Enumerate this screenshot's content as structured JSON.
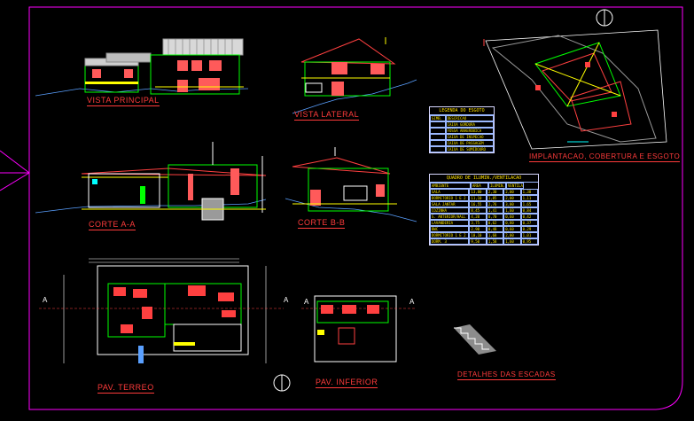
{
  "labels": {
    "vista_principal": "VISTA PRINCIPAL",
    "vista_lateral": "VISTA LATERAL",
    "corte_aa": "CORTE A-A",
    "corte_bb": "CORTE B-B",
    "implantacao": "IMPLANTACAO, COBERTURA E ESGOTO",
    "pav_terreo": "PAV. TERREO",
    "pav_inferior": "PAV. INFERIOR",
    "detalhes_escadas": "DETALHES DAS ESCADAS",
    "section_a_left": "A",
    "section_a_right": "A",
    "section_a2_left": "A",
    "section_a2_right": "A"
  },
  "legend_esgoto": {
    "title": "LEGENDA DO ESGOTO",
    "rows": [
      [
        "SIMB.",
        "DESCRICAO"
      ],
      [
        "",
        "CAIXA GORDURA"
      ],
      [
        "",
        "FOSSA ANAEROBICA"
      ],
      [
        "",
        "CAIXA DE INSPECAO"
      ],
      [
        "",
        "CAIXA DE PASSAGEM"
      ],
      [
        "",
        "CAIXA DE SUMIDOURO"
      ]
    ]
  },
  "quadro_ventilacao": {
    "title": "QUADRO DE ILUMIN./VENTILACAO",
    "rows": [
      [
        "AMBIENTE",
        "AREA",
        "ILUMIN.",
        "VENTILACAO"
      ],
      [
        "SALA",
        "13,80",
        "2,30",
        "2,00",
        "1,38"
      ],
      [
        "DORMITORIO 1 E 2",
        "11,10",
        "1,85",
        "2,00",
        "1,11"
      ],
      [
        "SALA JANTAR",
        "16,55",
        "2,76",
        "3,00",
        "1,65"
      ],
      [
        "COZINHA",
        "8,45",
        "1,41",
        "1,60",
        "0,84"
      ],
      [
        "S. ANTERIOR/HALL",
        "4,20",
        "0,70",
        "0,60",
        "0,42"
      ],
      [
        "LAVANDERIA",
        "3,75",
        "0,62",
        "0,80",
        "0,37"
      ],
      [
        "BWC",
        "2,90",
        "0,48",
        "0,60",
        "0,29"
      ],
      [
        "DORMITORIO 1 E 2",
        "10,10",
        "1,68",
        "2,00",
        "1,01"
      ],
      [
        "DORM. 3",
        "9,50",
        "1,58",
        "1,60",
        "0,95"
      ]
    ]
  },
  "colors": {
    "background": "#000000",
    "frame": "#ff00ff",
    "label": "#ff3b3b",
    "walls": "#00ff00",
    "roof": "#ff4040",
    "text_small": "#ffff00",
    "dim": "#ffffff",
    "cyan": "#00ffff"
  }
}
